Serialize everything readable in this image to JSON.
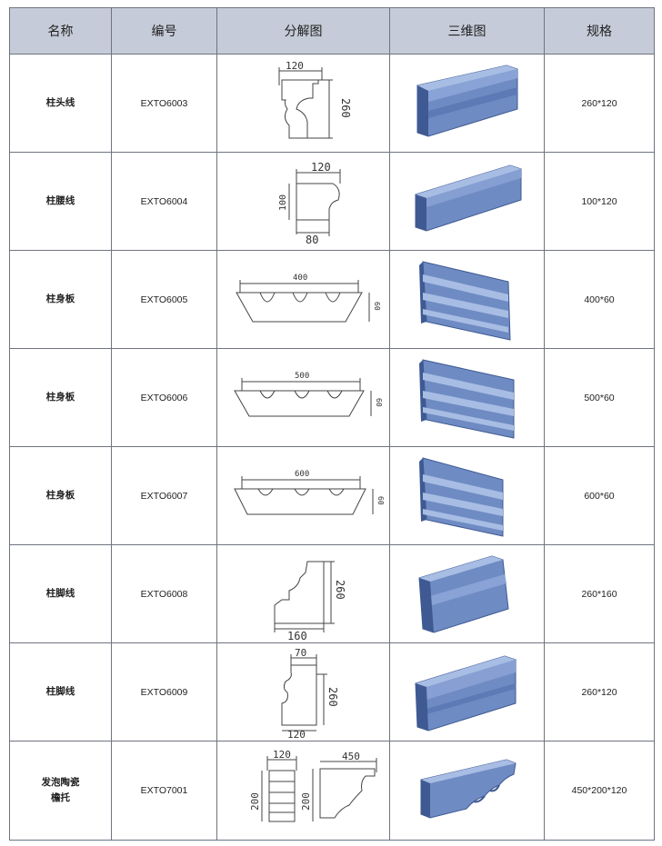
{
  "headers": {
    "name": "名称",
    "code": "编号",
    "drawing": "分解图",
    "render3d": "三维图",
    "spec": "规格"
  },
  "rows": [
    {
      "name": "柱头线",
      "code": "EXTO6003",
      "spec": "260*120",
      "dims": [
        "120",
        "260"
      ]
    },
    {
      "name": "柱腰线",
      "code": "EXTO6004",
      "spec": "100*120",
      "dims": [
        "120",
        "100",
        "80"
      ]
    },
    {
      "name": "柱身板",
      "code": "EXTO6005",
      "spec": "400*60",
      "dims": [
        "400",
        "60"
      ]
    },
    {
      "name": "柱身板",
      "code": "EXTO6006",
      "spec": "500*60",
      "dims": [
        "500",
        "60"
      ]
    },
    {
      "name": "柱身板",
      "code": "EXTO6007",
      "spec": "600*60",
      "dims": [
        "600",
        "60"
      ]
    },
    {
      "name": "柱脚线",
      "code": "EXTO6008",
      "spec": "260*160",
      "dims": [
        "260",
        "160"
      ]
    },
    {
      "name": "柱脚线",
      "code": "EXTO6009",
      "spec": "260*120",
      "dims": [
        "70",
        "260",
        "120"
      ]
    },
    {
      "name_lines": [
        "发泡陶瓷",
        "檐托"
      ],
      "code": "EXTO7001",
      "spec": "450*200*120",
      "dims": [
        "120",
        "200",
        "450",
        "200"
      ]
    }
  ],
  "colors": {
    "header_bg": "#c5cbd8",
    "grid": "#6f7480",
    "render_face": "#6f8bc3",
    "render_top": "#a8bde4",
    "render_dark": "#3f5a92"
  }
}
